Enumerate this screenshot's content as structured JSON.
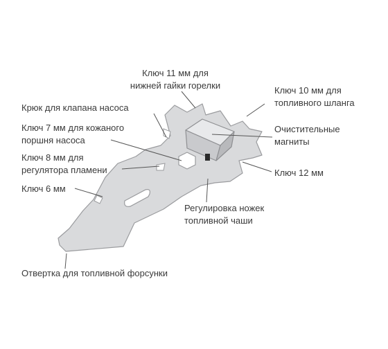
{
  "labels": {
    "key_11": {
      "line1": "Ключ 11 мм для",
      "line2": "нижней гайки горелки"
    },
    "key_10": {
      "line1": "Ключ 10 мм для",
      "line2": "топливного шланга"
    },
    "hook": {
      "text": "Крюк для клапана насоса"
    },
    "key_7": {
      "line1": "Ключ 7 мм для кожаного",
      "line2": "поршня насоса"
    },
    "magnets": {
      "line1": "Очистительные",
      "line2": "магниты"
    },
    "key_8": {
      "line1": "Ключ 8 мм для",
      "line2": "регулятора пламени"
    },
    "key_12": {
      "text": "Ключ 12 мм"
    },
    "key_6": {
      "text": "Ключ 6 мм"
    },
    "legs": {
      "line1": "Регулировка ножек",
      "line2": "топливной чаши"
    },
    "screwdriver": {
      "text": "Отвертка для топливной форсунки"
    }
  },
  "colors": {
    "tool_fill": "#d9dadc",
    "tool_edge": "#9a9b9e",
    "text": "#3a3a3a",
    "leader": "#555555"
  }
}
